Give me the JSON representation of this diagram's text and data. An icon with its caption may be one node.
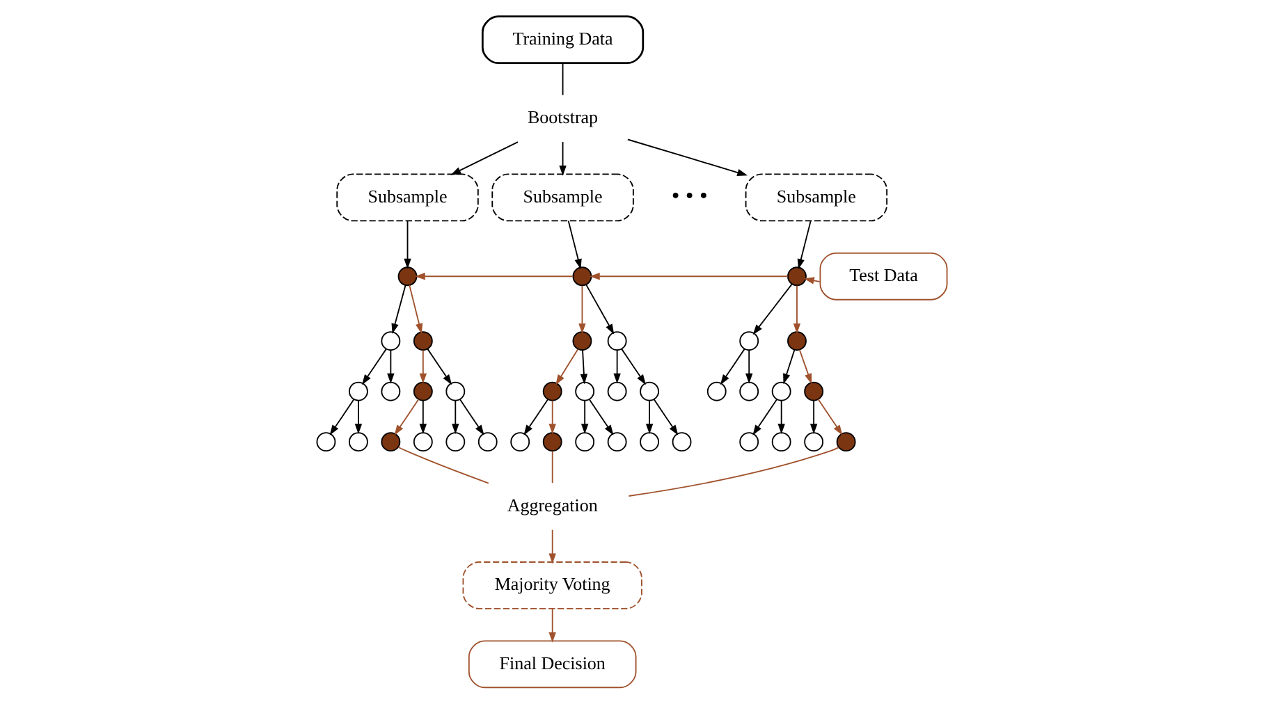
{
  "diagram": {
    "nodes": [
      {
        "text": [
          "Training Data"
        ]
      },
      {
        "text": [
          "Bootstrap"
        ]
      },
      {
        "text": [
          "Subsample"
        ]
      },
      {
        "text": [
          "Subsample"
        ]
      },
      {
        "text": [
          "Subsample"
        ]
      },
      {
        "text": [
          "Test Data"
        ]
      },
      {
        "text": [],
        "shape": "circle"
      },
      {
        "text": [],
        "shape": "circle"
      },
      {
        "text": [],
        "shape": "circle"
      },
      {
        "text": [],
        "shape": "circle"
      },
      {
        "text": [],
        "shape": "circle"
      },
      {
        "text": [],
        "shape": "circle"
      },
      {
        "text": [],
        "shape": "circle"
      },
      {
        "text": [],
        "shape": "circle"
      },
      {
        "text": [],
        "shape": "circle"
      },
      {
        "text": [],
        "shape": "circle"
      },
      {
        "text": [],
        "shape": "circle"
      },
      {
        "text": [],
        "shape": "circle"
      },
      {
        "text": [],
        "shape": "circle"
      },
      {
        "text": [],
        "shape": "circle"
      },
      {
        "text": [],
        "shape": "circle"
      },
      {
        "text": [],
        "shape": "circle"
      },
      {
        "text": [],
        "shape": "circle"
      },
      {
        "text": [],
        "shape": "circle"
      },
      {
        "text": [],
        "shape": "circle"
      },
      {
        "text": [],
        "shape": "circle"
      },
      {
        "text": [],
        "shape": "circle"
      },
      {
        "text": [],
        "shape": "circle"
      },
      {
        "text": [],
        "shape": "circle"
      },
      {
        "text": [],
        "shape": "circle"
      },
      {
        "text": [],
        "shape": "circle"
      },
      {
        "text": [],
        "shape": "circle"
      },
      {
        "text": [],
        "shape": "circle"
      },
      {
        "text": [],
        "shape": "circle"
      },
      {
        "text": [],
        "shape": "circle"
      },
      {
        "text": [],
        "shape": "circle"
      },
      {
        "text": [],
        "shape": "circle"
      },
      {
        "text": [],
        "shape": "circle"
      },
      {
        "text": [],
        "shape": "circle"
      },
      {
        "text": [],
        "shape": "circle"
      },
      {
        "text": [],
        "shape": "circle"
      },
      {
        "text": [],
        "shape": "circle"
      },
      {
        "text": [],
        "shape": "circle"
      },
      {
        "text": [
          "Aggregation"
        ]
      },
      {
        "text": [
          "Majority Voting"
        ]
      },
      {
        "text": [
          "Final Decision"
        ]
      }
    ],
    "edges": [
      {
        "from": 0,
        "to": 1,
        "arrow": "none"
      },
      {
        "from": 1,
        "to": 2,
        "arrow": "to"
      },
      {
        "from": 1,
        "to": 3,
        "arrow": "to"
      },
      {
        "from": 1,
        "to": 4,
        "arrow": "to"
      },
      {
        "from": 2,
        "to": 6,
        "arrow": "to"
      },
      {
        "from": 3,
        "to": 19,
        "arrow": "to"
      },
      {
        "from": 4,
        "to": 32,
        "arrow": "to"
      },
      {
        "from": 5,
        "to": 32,
        "arrow": "to",
        "color": "#a0522d"
      },
      {
        "from": 32,
        "to": 19,
        "arrow": "to",
        "color": "#a0522d"
      },
      {
        "from": 19,
        "to": 6,
        "arrow": "to",
        "color": "#a0522d"
      },
      {
        "from": 6,
        "to": 7,
        "arrow": "to"
      },
      {
        "from": 6,
        "to": 8,
        "arrow": "to",
        "color": "#a0522d"
      },
      {
        "from": 7,
        "to": 9,
        "arrow": "to"
      },
      {
        "from": 7,
        "to": 10,
        "arrow": "to"
      },
      {
        "from": 8,
        "to": 11,
        "arrow": "to",
        "color": "#a0522d"
      },
      {
        "from": 8,
        "to": 12,
        "arrow": "to"
      },
      {
        "from": 9,
        "to": 13,
        "arrow": "to"
      },
      {
        "from": 9,
        "to": 14,
        "arrow": "to"
      },
      {
        "from": 11,
        "to": 15,
        "arrow": "to",
        "color": "#a0522d"
      },
      {
        "from": 11,
        "to": 16,
        "arrow": "to"
      },
      {
        "from": 12,
        "to": 17,
        "arrow": "to"
      },
      {
        "from": 12,
        "to": 18,
        "arrow": "to"
      },
      {
        "from": 19,
        "to": 20,
        "arrow": "to",
        "color": "#a0522d"
      },
      {
        "from": 19,
        "to": 21,
        "arrow": "to"
      },
      {
        "from": 20,
        "to": 22,
        "arrow": "to",
        "color": "#a0522d"
      },
      {
        "from": 20,
        "to": 23,
        "arrow": "to"
      },
      {
        "from": 21,
        "to": 24,
        "arrow": "to"
      },
      {
        "from": 21,
        "to": 25,
        "arrow": "to"
      },
      {
        "from": 22,
        "to": 26,
        "arrow": "to"
      },
      {
        "from": 22,
        "to": 27,
        "arrow": "to",
        "color": "#a0522d"
      },
      {
        "from": 23,
        "to": 28,
        "arrow": "to"
      },
      {
        "from": 23,
        "to": 29,
        "arrow": "to"
      },
      {
        "from": 25,
        "to": 30,
        "arrow": "to"
      },
      {
        "from": 25,
        "to": 31,
        "arrow": "to"
      },
      {
        "from": 32,
        "to": 33,
        "arrow": "to"
      },
      {
        "from": 32,
        "to": 34,
        "arrow": "to",
        "color": "#a0522d"
      },
      {
        "from": 33,
        "to": 35,
        "arrow": "to"
      },
      {
        "from": 33,
        "to": 36,
        "arrow": "to"
      },
      {
        "from": 34,
        "to": 37,
        "arrow": "to"
      },
      {
        "from": 34,
        "to": 38,
        "arrow": "to",
        "color": "#a0522d"
      },
      {
        "from": 37,
        "to": 39,
        "arrow": "to"
      },
      {
        "from": 37,
        "to": 40,
        "arrow": "to"
      },
      {
        "from": 38,
        "to": 41,
        "arrow": "to"
      },
      {
        "from": 38,
        "to": 42,
        "arrow": "to",
        "color": "#a0522d"
      },
      {
        "from": 15,
        "to": 43,
        "arrow": "none",
        "color": "#a0522d"
      },
      {
        "from": 27,
        "to": 43,
        "arrow": "none",
        "color": "#a0522d"
      },
      {
        "from": 42,
        "to": 43,
        "arrow": "none",
        "color": "#a0522d"
      },
      {
        "from": 43,
        "to": 44,
        "arrow": "to",
        "color": "#a0522d"
      },
      {
        "from": 44,
        "to": 45,
        "arrow": "to",
        "color": "#a0522d"
      }
    ],
    "labels": [
      "• • •"
    ]
  }
}
